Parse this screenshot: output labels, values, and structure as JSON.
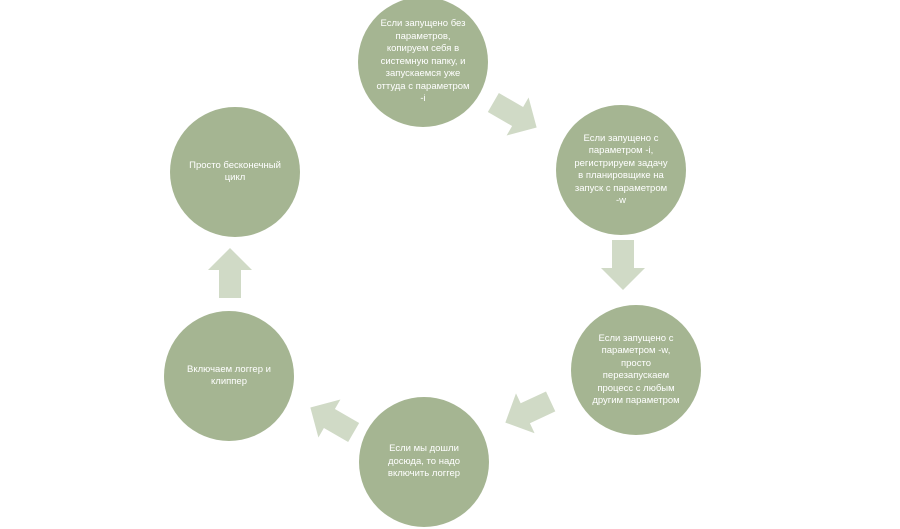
{
  "colors": {
    "node": "#a5b592",
    "arrow": "#d0dac6",
    "text": "#ffffff"
  },
  "nodes": [
    {
      "text": "Если запущено без параметров, копируем себя в системную папку, и запускаемся уже оттуда с параметром -i"
    },
    {
      "text": "Если запущено с параметром -i, регистрируем задачу в планировщике на запуск с параметром -w"
    },
    {
      "text": "Если запущено с параметром -w, просто перезапускаем процесс с любым другим параметром"
    },
    {
      "text": "Если мы дошли досюда, то надо включить логгер"
    },
    {
      "text": "Включаем логгер и клиппер"
    },
    {
      "text": "Просто бесконечный цикл"
    }
  ]
}
